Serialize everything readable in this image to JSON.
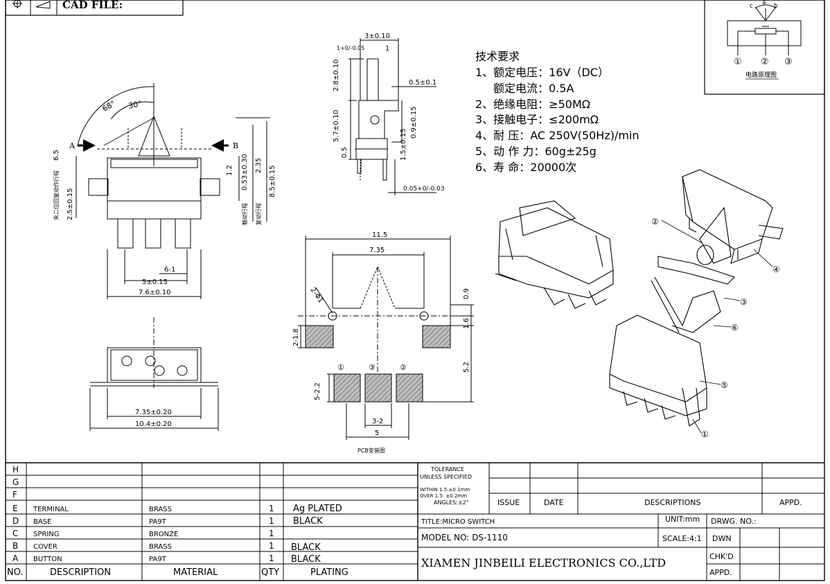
{
  "header": {
    "cad_label": "CAD FILE:"
  },
  "spec": {
    "title": "技术要求",
    "lines": [
      "1、额定电压：16V（DC）",
      "额定电流：0.5A",
      "2、绝缘电阻：≥50MΩ",
      "3、接触电子：≤200mΩ",
      "4、耐   压：AC 250V(50Hz)/min",
      "5、动 作 力：60g±25g",
      "6、寿   命：20000次"
    ]
  },
  "circuit": {
    "caption": "电路原理图",
    "pins": [
      "①",
      "②",
      "③"
    ],
    "letters": [
      "c",
      "a",
      "b"
    ]
  },
  "front_view": {
    "angle_outer": "68°",
    "angle_inner": "30°",
    "label_a": "A",
    "label_b": "B",
    "dim_6_5": "6.5",
    "dim_2_5": "2.5±0.15",
    "side_label_left": "未二位回复动作行程",
    "dim_1_2": "1.2",
    "dim_0_53": "0.53±0.30",
    "side_label_mid": "触动行程",
    "dim_2_35": "2.35",
    "side_label_right": "复动行程",
    "dim_8_5": "8.5±0.15",
    "dim_6_1": "6-1",
    "dim_5": "5±0.15",
    "dim_7_6": "7.6±0.10"
  },
  "side_view": {
    "dim_3": "3±0.10",
    "dim_1": "1",
    "tol_1": "1+0/-0.05",
    "dim_2_8": "2.8±0.10",
    "dim_0_5a": "0.5±0.1",
    "dim_5_7": "5.7±0.10",
    "dim_0_9": "0.9±0.15",
    "dim_1_5": "1.5±0.15",
    "dim_0_5b": "0.5",
    "dim_0_05": "0.05+0/-0.03"
  },
  "bottom_view": {
    "dim_7_35": "7.35±0.20",
    "dim_10_4": "10.4±0.20"
  },
  "pcb": {
    "dim_11_5": "11.5",
    "dim_7_35": "7.35",
    "dim_2_phi1": "2-Φ1",
    "dim_0_9": "0.9",
    "dim_1_6": "1.6",
    "dim_2_1_8": "2-1.8",
    "dim_5_2": "5.2",
    "dim_5_2_2": "5-2.2",
    "dim_3_2": "3-2",
    "dim_5": "5",
    "pin_labels": [
      "①",
      "③",
      "②"
    ],
    "caption": "PCB安装图"
  },
  "exploded": {
    "part_labels": [
      "②",
      "④",
      "③",
      "⑥",
      "⑤",
      "①"
    ]
  },
  "title_block": {
    "bom_rows": [
      {
        "no": "H",
        "desc": "",
        "material": "",
        "qty": "",
        "plating": ""
      },
      {
        "no": "G",
        "desc": "",
        "material": "",
        "qty": "",
        "plating": ""
      },
      {
        "no": "F",
        "desc": "",
        "material": "",
        "qty": "",
        "plating": ""
      },
      {
        "no": "E",
        "desc": "TERMINAL",
        "material": "BRASS",
        "qty": "1",
        "plating": "Ag PLATED"
      },
      {
        "no": "D",
        "desc": "BASE",
        "material": "PA9T",
        "qty": "1",
        "plating": "BLACK"
      },
      {
        "no": "C",
        "desc": "SPRING",
        "material": "BRONZE",
        "qty": "1",
        "plating": ""
      },
      {
        "no": "B",
        "desc": "COVER",
        "material": "BRASS",
        "qty": "1",
        "plating": "BLACK"
      },
      {
        "no": "A",
        "desc": "BUTTON",
        "material": "PA9T",
        "qty": "1",
        "plating": "BLACK"
      }
    ],
    "bom_header": {
      "no": "NO.",
      "desc": "DESCRIPTION",
      "material": "MATERIAL",
      "qty": "QTY",
      "plating": "PLATING"
    },
    "tolerance": [
      "TOLERANCE",
      "UNLESS SPECIFIED",
      "WITHIN 1.5:±0.1mm",
      "OVER 1.5: ±0.2mm",
      "ANGLES:±2°"
    ],
    "rev_headers": {
      "issue": "ISSUE",
      "date": "DATE",
      "descriptions": "DESCRIPTIONS",
      "appd": "APPD."
    },
    "title": "TITLE:MICRO SWITCH",
    "unit": "UNIT:mm",
    "drwg_no": "DRWG. NO.:",
    "model": "MODEL  NO:  DS-1110",
    "scale": "SCALE:4:1",
    "dwn": "DWN",
    "company": "XIAMEN JINBEILI ELECTRONICS CO.,LTD",
    "chkd": "CHK'D",
    "appd2": "APPD."
  }
}
